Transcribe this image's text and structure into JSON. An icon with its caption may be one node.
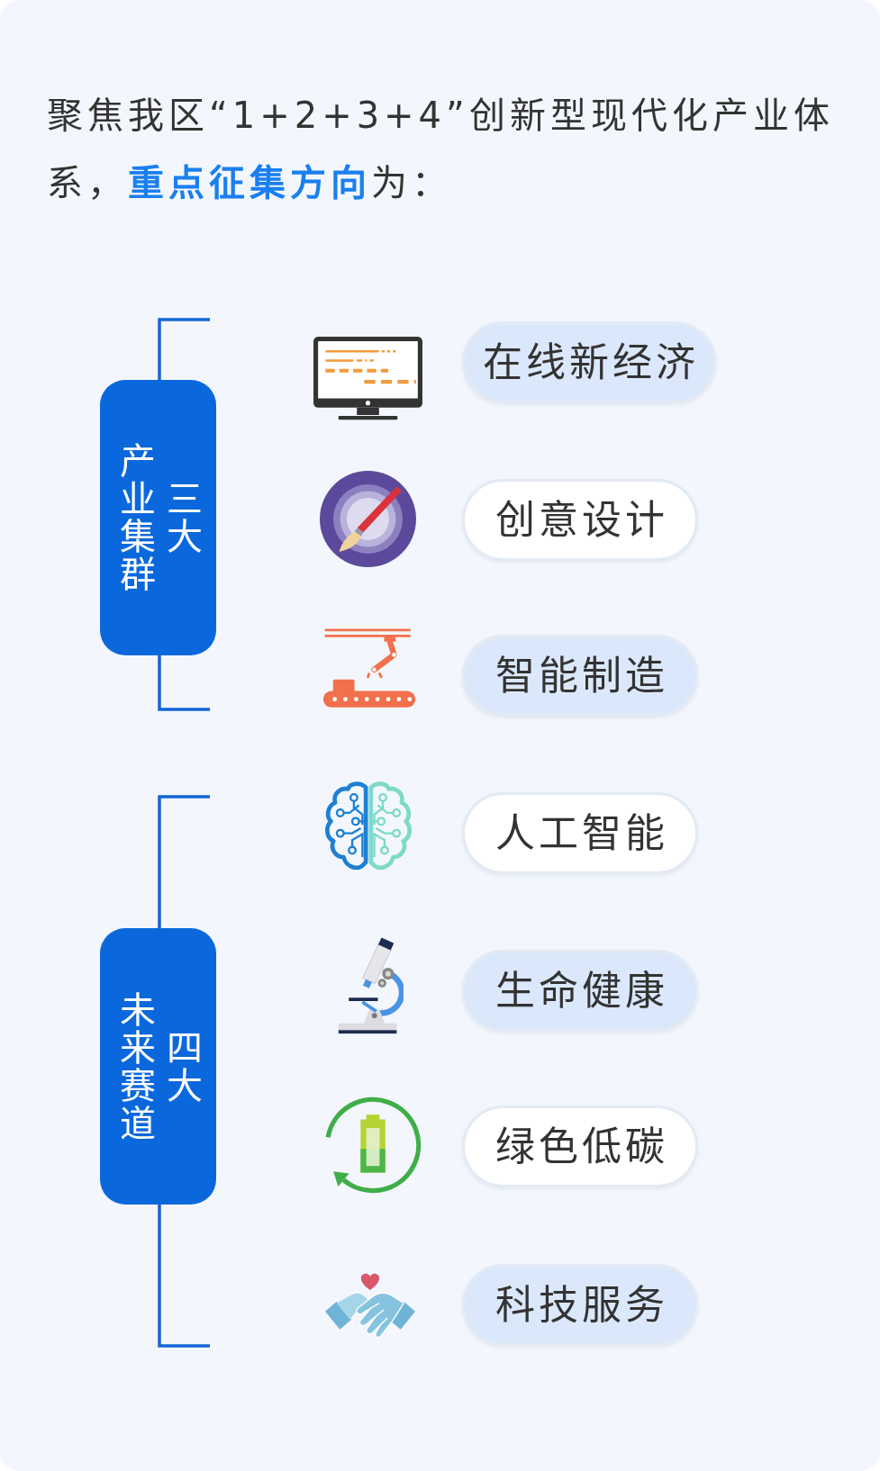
{
  "diagram": {
    "title": "聚焦我区“1+2+3+4”创新型现代化产业体系，**重点征集方向**为：",
    "nodes": [
      {
        "text": [
          "三大",
          "产业集群"
        ]
      },
      {
        "text": [
          "在线新经济"
        ]
      },
      {
        "text": [
          "创意设计"
        ]
      },
      {
        "text": [
          "智能制造"
        ]
      },
      {
        "text": [
          "四大",
          "未来赛道"
        ]
      },
      {
        "text": [
          "人工智能"
        ]
      },
      {
        "text": [
          "生命健康"
        ]
      },
      {
        "text": [
          "绿色低碳"
        ]
      },
      {
        "text": [
          "科技服务"
        ]
      }
    ]
  }
}
